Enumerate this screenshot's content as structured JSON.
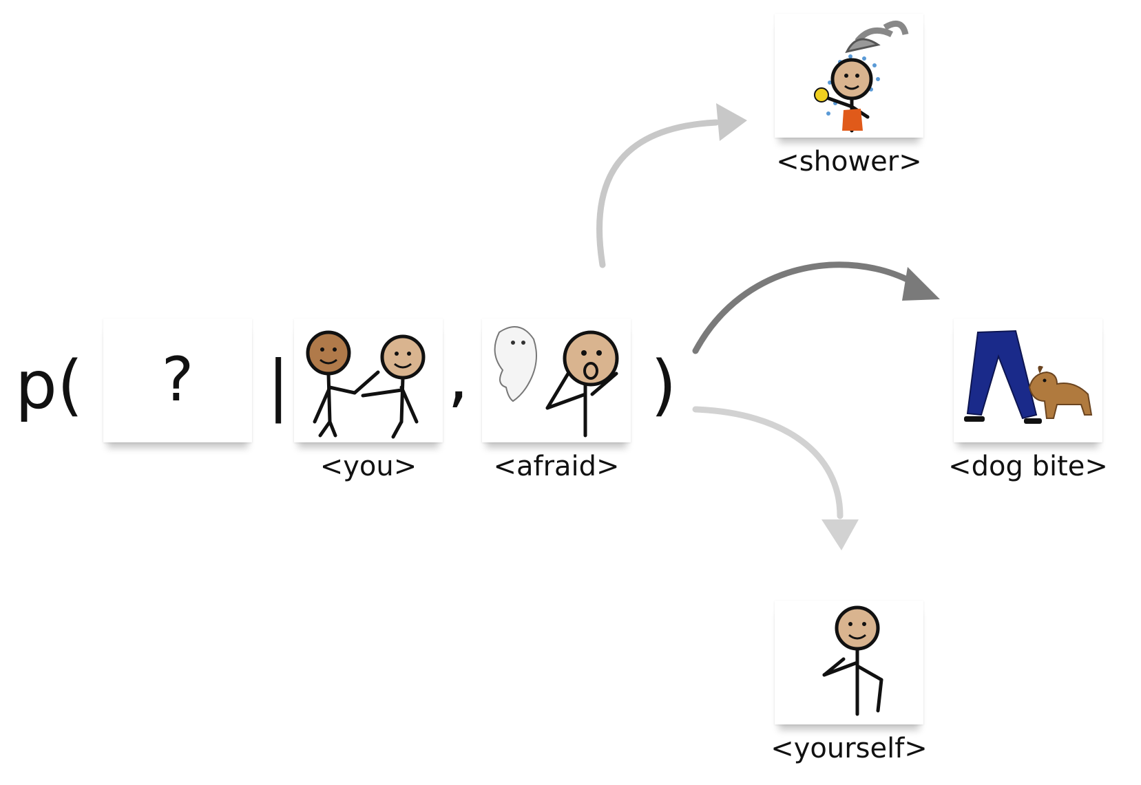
{
  "formula": {
    "prefix": "p(",
    "unknown": "?",
    "given": "|",
    "comma": ",",
    "close": ")"
  },
  "conditions": [
    {
      "label": "<you>"
    },
    {
      "label": "<afraid>"
    }
  ],
  "predictions": [
    {
      "label": "<shower>",
      "arrow_color": "#c8c8c8"
    },
    {
      "label": "<dog bite>",
      "arrow_color": "#7a7a7a"
    },
    {
      "label": "<yourself>",
      "arrow_color": "#d2d2d2"
    }
  ],
  "icons": {
    "you": "two-people-pointing-icon",
    "afraid": "ghost-scared-person-icon",
    "shower": "person-showering-icon",
    "dog_bite": "dog-biting-leg-icon",
    "yourself": "person-pointing-self-icon"
  },
  "colors": {
    "skin_light": "#d9b48f",
    "skin_dark": "#b07a4a",
    "pants": "#1a2a8a",
    "dog": "#b07a3e",
    "towel": "#e05a1a"
  }
}
